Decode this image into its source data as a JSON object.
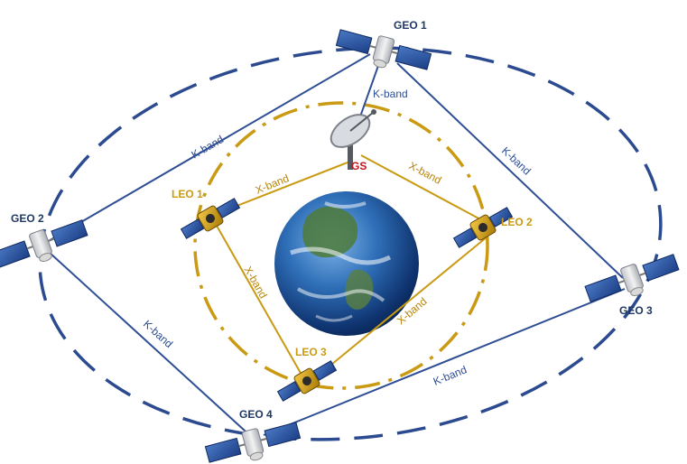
{
  "colors": {
    "geo_orbit": "#2b4a8f",
    "leo_orbit": "#c99a12",
    "k_link": "#2e4e95",
    "x_link": "#c99a12",
    "geo_label": "#1f3864",
    "leo_label": "#c99a12",
    "gs_label": "#c0161d",
    "k_label": "#2e4e95",
    "x_label": "#b8860b"
  },
  "nodes": {
    "geo1": "GEO 1",
    "geo2": "GEO 2",
    "geo3": "GEO 3",
    "geo4": "GEO 4",
    "leo1": "LEO 1",
    "leo2": "LEO 2",
    "leo3": "LEO 3",
    "gs": "GS"
  },
  "links": {
    "k_geo1_gs": "K-band",
    "k_geo1_geo2": "K-band",
    "k_geo1_geo3": "K-band",
    "k_geo2_geo4": "K-band",
    "k_geo4_geo3": "K-band",
    "x_gs_leo1": "X-band",
    "x_gs_leo2": "X-band",
    "x_leo1_leo3": "X-band",
    "x_leo3_leo2": "X-band"
  }
}
